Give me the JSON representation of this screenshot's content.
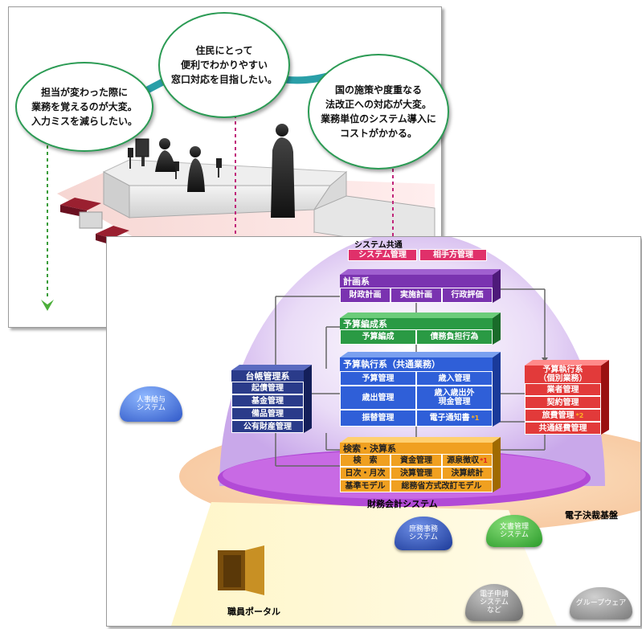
{
  "top_panel": {
    "bubbles": [
      "担当が変わった際に\n業務を覚えるのが大変。\n入力ミスを減らしたい。",
      "住民にとって\n便利でわかりやすい\n窓口対応を目指したい。",
      "国の施策や度重なる\n法改正への対応が大変。\n業務単位のシステム導入に\nコストがかかる。"
    ]
  },
  "bottom_panel": {
    "system_common": {
      "title": "システム共通",
      "items": [
        "システム管理",
        "相手方管理"
      ]
    },
    "keikaku": {
      "title": "計画系",
      "items": [
        "財政計画",
        "実施計画",
        "行政評価"
      ]
    },
    "yosan_hensei": {
      "title": "予算編成系",
      "items": [
        "予算編成",
        "債務負担行為"
      ]
    },
    "yosan_shikko_common": {
      "title": "予算執行系（共通業務）",
      "items": [
        "予算管理",
        "歳入管理",
        "歳出管理",
        "歳入歳出外\n現金管理",
        "振替管理",
        "電子通知書",
        "*1"
      ]
    },
    "daicho": {
      "title": "台帳管理系",
      "items": [
        "起債管理",
        "基金管理",
        "備品管理",
        "公有財産管理"
      ]
    },
    "yosan_shikko_individual": {
      "title": "予算執行系\n（個別業務）",
      "items": [
        "業者管理",
        "契約管理",
        "旅費管理",
        "共通経費管理",
        "*2"
      ]
    },
    "kensaku": {
      "title": "検索・決算系",
      "items": [
        "検　索",
        "資金管理",
        "源泉徴収",
        "日次・月次",
        "決算管理",
        "決算統計",
        "基準モデル",
        "総務省方式改訂モデル",
        "*1"
      ]
    },
    "zaimu_label": "財務会計システム",
    "denshi_kessai_label": "電子決裁基盤",
    "portal_label": "職員ポータル",
    "domes": [
      "人事給与\nシステム",
      "庶務事務\nシステム",
      "文書管理\nシステム",
      "電子申請\nシステム\nなど",
      "グループウェア"
    ]
  },
  "colors": {
    "bubble_border": "#2b9b54",
    "pink": "#e0306a",
    "purple": "#7a33b0",
    "green": "#2a9a44",
    "blue": "#2f5fd8",
    "red": "#e23a3a",
    "orange": "#f0a020",
    "navy": "#2a3b8a"
  }
}
